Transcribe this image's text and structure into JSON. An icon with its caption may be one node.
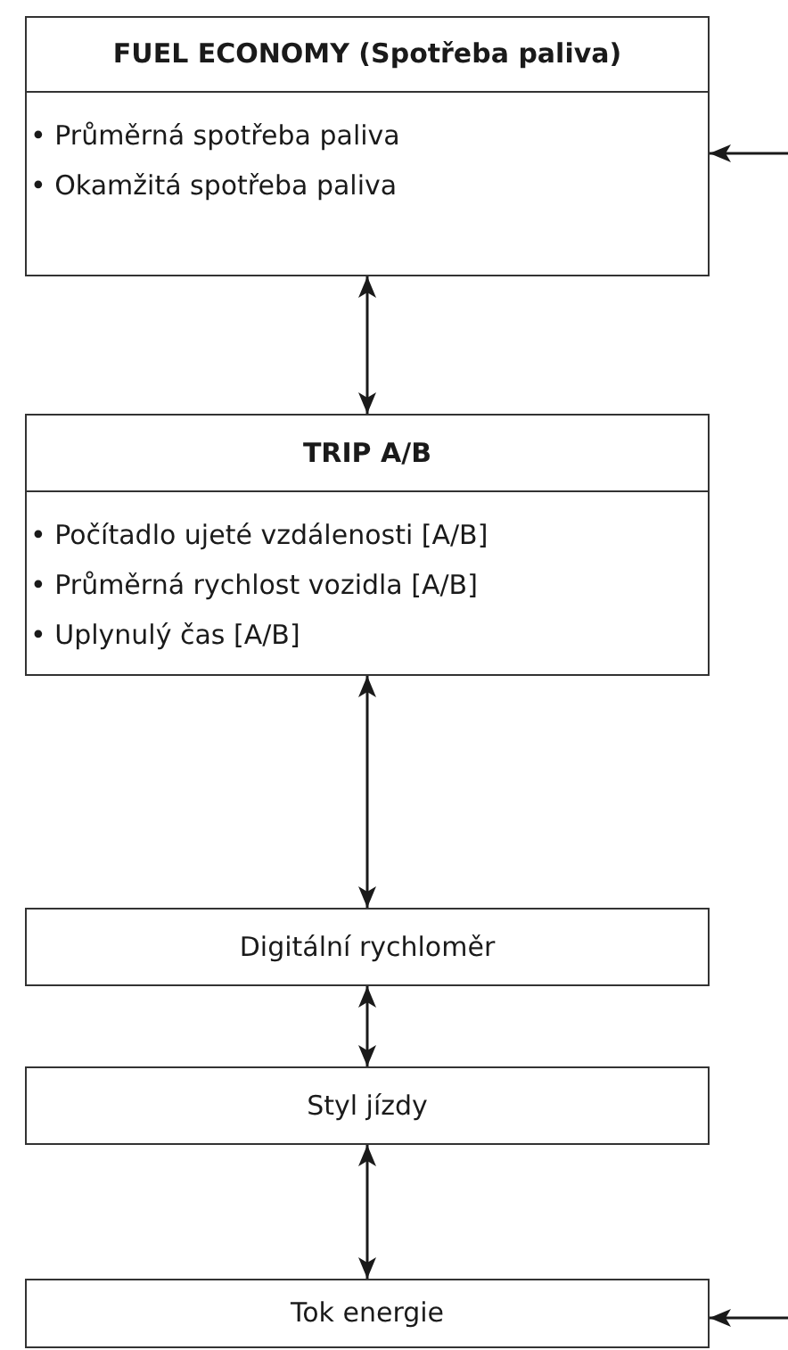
{
  "diagram": {
    "nodes": [
      {
        "text": [
          "FUEL ECONOMY (Spotřeba paliva)",
          "• Průměrná spotřeba paliva",
          "• Okamžitá spotřeba paliva"
        ]
      },
      {
        "text": [
          "TRIP A/B",
          "• Počítadlo ujeté vzdálenosti [A/B]",
          "• Průměrná rychlost vozidla [A/B]",
          "• Uplynulý čas [A/B]"
        ]
      },
      {
        "text": [
          "Digitální rychloměr"
        ]
      },
      {
        "text": [
          "Styl jízdy"
        ]
      },
      {
        "text": [
          "Tok energie"
        ]
      }
    ],
    "edges": [
      {
        "from": 0,
        "to": 1,
        "arrow": "both"
      },
      {
        "from": 1,
        "to": 2,
        "arrow": "both"
      },
      {
        "from": 2,
        "to": 3,
        "arrow": "both"
      },
      {
        "from": 3,
        "to": 4,
        "arrow": "both"
      },
      {
        "from": null,
        "to": 0,
        "arrow": "to"
      },
      {
        "from": null,
        "to": 4,
        "arrow": "to"
      }
    ]
  }
}
